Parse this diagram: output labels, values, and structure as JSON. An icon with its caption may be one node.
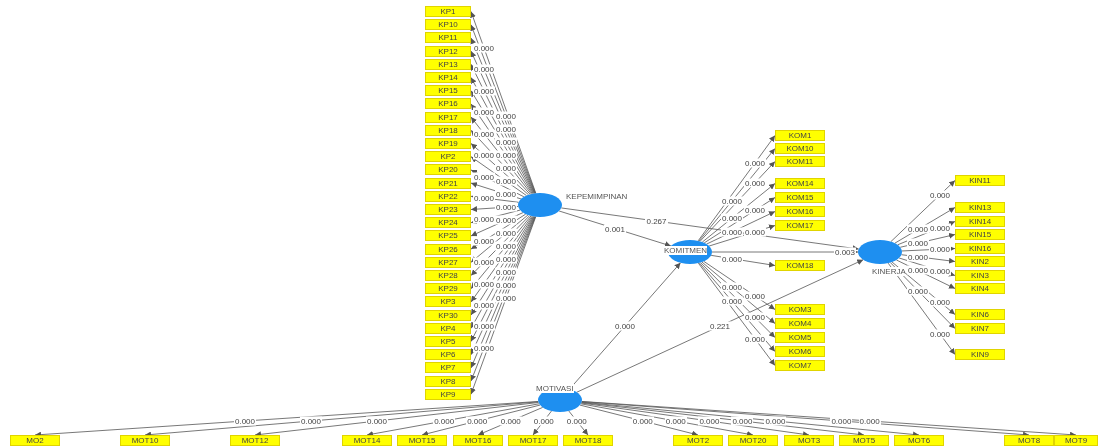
{
  "diagram": {
    "nodes": [
      {
        "text": [
          "KEPEMIMPINAN"
        ]
      },
      {
        "text": [
          "KOMITMEN"
        ]
      },
      {
        "text": [
          "KINERJA"
        ]
      },
      {
        "text": [
          "MOTIVASI"
        ]
      },
      {
        "text": [
          "KP1"
        ]
      },
      {
        "text": [
          "KP10"
        ]
      },
      {
        "text": [
          "KP11"
        ]
      },
      {
        "text": [
          "KP12"
        ]
      },
      {
        "text": [
          "KP13"
        ]
      },
      {
        "text": [
          "KP14"
        ]
      },
      {
        "text": [
          "KP15"
        ]
      },
      {
        "text": [
          "KP16"
        ]
      },
      {
        "text": [
          "KP17"
        ]
      },
      {
        "text": [
          "KP18"
        ]
      },
      {
        "text": [
          "KP19"
        ]
      },
      {
        "text": [
          "KP2"
        ]
      },
      {
        "text": [
          "KP20"
        ]
      },
      {
        "text": [
          "KP21"
        ]
      },
      {
        "text": [
          "KP22"
        ]
      },
      {
        "text": [
          "KP23"
        ]
      },
      {
        "text": [
          "KP24"
        ]
      },
      {
        "text": [
          "KP25"
        ]
      },
      {
        "text": [
          "KP26"
        ]
      },
      {
        "text": [
          "KP27"
        ]
      },
      {
        "text": [
          "KP28"
        ]
      },
      {
        "text": [
          "KP29"
        ]
      },
      {
        "text": [
          "KP3"
        ]
      },
      {
        "text": [
          "KP30"
        ]
      },
      {
        "text": [
          "KP4"
        ]
      },
      {
        "text": [
          "KP5"
        ]
      },
      {
        "text": [
          "KP6"
        ]
      },
      {
        "text": [
          "KP7"
        ]
      },
      {
        "text": [
          "KP8"
        ]
      },
      {
        "text": [
          "KP9"
        ]
      },
      {
        "text": [
          "KOM1"
        ]
      },
      {
        "text": [
          "KOM10"
        ]
      },
      {
        "text": [
          "KOM11"
        ]
      },
      {
        "text": [
          "KOM14"
        ]
      },
      {
        "text": [
          "KOM15"
        ]
      },
      {
        "text": [
          "KOM16"
        ]
      },
      {
        "text": [
          "KOM17"
        ]
      },
      {
        "text": [
          "KOM18"
        ]
      },
      {
        "text": [
          "KOM3"
        ]
      },
      {
        "text": [
          "KOM4"
        ]
      },
      {
        "text": [
          "KOM5"
        ]
      },
      {
        "text": [
          "KOM6"
        ]
      },
      {
        "text": [
          "KOM7"
        ]
      },
      {
        "text": [
          "KIN11"
        ]
      },
      {
        "text": [
          "KIN13"
        ]
      },
      {
        "text": [
          "KIN14"
        ]
      },
      {
        "text": [
          "KIN15"
        ]
      },
      {
        "text": [
          "KIN16"
        ]
      },
      {
        "text": [
          "KIN2"
        ]
      },
      {
        "text": [
          "KIN3"
        ]
      },
      {
        "text": [
          "KIN4"
        ]
      },
      {
        "text": [
          "KIN6"
        ]
      },
      {
        "text": [
          "KIN7"
        ]
      },
      {
        "text": [
          "KIN9"
        ]
      },
      {
        "text": [
          "MO2"
        ]
      },
      {
        "text": [
          "MOT10"
        ]
      },
      {
        "text": [
          "MOT12"
        ]
      },
      {
        "text": [
          "MOT14"
        ]
      },
      {
        "text": [
          "MOT15"
        ]
      },
      {
        "text": [
          "MOT16"
        ]
      },
      {
        "text": [
          "MOT17"
        ]
      },
      {
        "text": [
          "MOT18"
        ]
      },
      {
        "text": [
          "MOT2"
        ]
      },
      {
        "text": [
          "MOT20"
        ]
      },
      {
        "text": [
          "MOT3"
        ]
      },
      {
        "text": [
          "MOT5"
        ]
      },
      {
        "text": [
          "MOT6"
        ]
      },
      {
        "text": [
          "MOT8"
        ]
      },
      {
        "text": [
          "MOT9"
        ]
      }
    ],
    "edges": [
      {
        "from": 0,
        "to": 1,
        "arrow": "to",
        "label": "0.001"
      },
      {
        "from": 0,
        "to": 2,
        "arrow": "to",
        "label": "0.267"
      },
      {
        "from": 1,
        "to": 2,
        "arrow": "to",
        "label": "0.003"
      },
      {
        "from": 3,
        "to": 1,
        "arrow": "to",
        "label": "0.000"
      },
      {
        "from": 3,
        "to": 2,
        "arrow": "to",
        "label": "0.221"
      },
      {
        "from": 0,
        "to": 4,
        "arrow": "to",
        "label": "0.000"
      },
      {
        "from": 0,
        "to": 5,
        "arrow": "to",
        "label": "0.000"
      },
      {
        "from": 0,
        "to": 6,
        "arrow": "to",
        "label": "0.000"
      },
      {
        "from": 0,
        "to": 7,
        "arrow": "to",
        "label": "0.000"
      },
      {
        "from": 0,
        "to": 8,
        "arrow": "to",
        "label": "0.000"
      },
      {
        "from": 0,
        "to": 9,
        "arrow": "to",
        "label": "0.000"
      },
      {
        "from": 0,
        "to": 10,
        "arrow": "to",
        "label": "0.000"
      },
      {
        "from": 0,
        "to": 11,
        "arrow": "to",
        "label": "0.000"
      },
      {
        "from": 0,
        "to": 12,
        "arrow": "to",
        "label": "0.000"
      },
      {
        "from": 0,
        "to": 13,
        "arrow": "to",
        "label": "0.000"
      },
      {
        "from": 0,
        "to": 14,
        "arrow": "to",
        "label": "0.000"
      },
      {
        "from": 0,
        "to": 15,
        "arrow": "to",
        "label": "0.000"
      },
      {
        "from": 0,
        "to": 16,
        "arrow": "to",
        "label": "0.000"
      },
      {
        "from": 0,
        "to": 17,
        "arrow": "to",
        "label": "0.000"
      },
      {
        "from": 0,
        "to": 18,
        "arrow": "to",
        "label": "0.000"
      },
      {
        "from": 0,
        "to": 19,
        "arrow": "to",
        "label": "0.000"
      },
      {
        "from": 0,
        "to": 20,
        "arrow": "to",
        "label": "0.000"
      },
      {
        "from": 0,
        "to": 21,
        "arrow": "to",
        "label": "0.000"
      },
      {
        "from": 0,
        "to": 22,
        "arrow": "to",
        "label": "0.000"
      },
      {
        "from": 0,
        "to": 23,
        "arrow": "to",
        "label": "0.000"
      },
      {
        "from": 0,
        "to": 24,
        "arrow": "to",
        "label": "0.000"
      },
      {
        "from": 0,
        "to": 25,
        "arrow": "to",
        "label": "0.000"
      },
      {
        "from": 0,
        "to": 26,
        "arrow": "to",
        "label": "0.000"
      },
      {
        "from": 0,
        "to": 27,
        "arrow": "to",
        "label": "0.000"
      },
      {
        "from": 0,
        "to": 28,
        "arrow": "to",
        "label": "0.000"
      },
      {
        "from": 0,
        "to": 29,
        "arrow": "to",
        "label": "0.000"
      },
      {
        "from": 0,
        "to": 30,
        "arrow": "to",
        "label": "0.000"
      },
      {
        "from": 0,
        "to": 31,
        "arrow": "to",
        "label": "0.000"
      },
      {
        "from": 0,
        "to": 32,
        "arrow": "to",
        "label": "0.000"
      },
      {
        "from": 0,
        "to": 33,
        "arrow": "to",
        "label": "0.000"
      },
      {
        "from": 1,
        "to": 34,
        "arrow": "to",
        "label": "0.000"
      },
      {
        "from": 1,
        "to": 35,
        "arrow": "to",
        "label": "0.000"
      },
      {
        "from": 1,
        "to": 36,
        "arrow": "to",
        "label": "0.000"
      },
      {
        "from": 1,
        "to": 37,
        "arrow": "to",
        "label": "0.000"
      },
      {
        "from": 1,
        "to": 38,
        "arrow": "to",
        "label": "0.000"
      },
      {
        "from": 1,
        "to": 39,
        "arrow": "to",
        "label": "0.000"
      },
      {
        "from": 1,
        "to": 40,
        "arrow": "to",
        "label": "0.000"
      },
      {
        "from": 1,
        "to": 41,
        "arrow": "to",
        "label": "0.000"
      },
      {
        "from": 1,
        "to": 42,
        "arrow": "to",
        "label": "0.000"
      },
      {
        "from": 1,
        "to": 43,
        "arrow": "to",
        "label": "0.000"
      },
      {
        "from": 1,
        "to": 44,
        "arrow": "to",
        "label": "0.000"
      },
      {
        "from": 1,
        "to": 45,
        "arrow": "to",
        "label": "0.000"
      },
      {
        "from": 1,
        "to": 46,
        "arrow": "to",
        "label": "0.000"
      },
      {
        "from": 2,
        "to": 47,
        "arrow": "to",
        "label": "0.000"
      },
      {
        "from": 2,
        "to": 48,
        "arrow": "to",
        "label": "0.000"
      },
      {
        "from": 2,
        "to": 49,
        "arrow": "to",
        "label": "0.000"
      },
      {
        "from": 2,
        "to": 50,
        "arrow": "to",
        "label": "0.000"
      },
      {
        "from": 2,
        "to": 51,
        "arrow": "to",
        "label": "0.000"
      },
      {
        "from": 2,
        "to": 52,
        "arrow": "to",
        "label": "0.000"
      },
      {
        "from": 2,
        "to": 53,
        "arrow": "to",
        "label": "0.000"
      },
      {
        "from": 2,
        "to": 54,
        "arrow": "to",
        "label": "0.000"
      },
      {
        "from": 2,
        "to": 55,
        "arrow": "to",
        "label": "0.000"
      },
      {
        "from": 2,
        "to": 56,
        "arrow": "to",
        "label": "0.000"
      },
      {
        "from": 2,
        "to": 57,
        "arrow": "to",
        "label": "0.000"
      },
      {
        "from": 3,
        "to": 58,
        "arrow": "to",
        "label": "0.000"
      },
      {
        "from": 3,
        "to": 59,
        "arrow": "to",
        "label": "0.000"
      },
      {
        "from": 3,
        "to": 60,
        "arrow": "to",
        "label": "0.000"
      },
      {
        "from": 3,
        "to": 61,
        "arrow": "to",
        "label": "0.000"
      },
      {
        "from": 3,
        "to": 62,
        "arrow": "to",
        "label": "0.000"
      },
      {
        "from": 3,
        "to": 63,
        "arrow": "to",
        "label": "0.000"
      },
      {
        "from": 3,
        "to": 64,
        "arrow": "to",
        "label": "0.000"
      },
      {
        "from": 3,
        "to": 65,
        "arrow": "to",
        "label": "0.000"
      },
      {
        "from": 3,
        "to": 66,
        "arrow": "to",
        "label": "0.000"
      },
      {
        "from": 3,
        "to": 67,
        "arrow": "to",
        "label": "0.000"
      },
      {
        "from": 3,
        "to": 68,
        "arrow": "to",
        "label": "0.000"
      },
      {
        "from": 3,
        "to": 69,
        "arrow": "to",
        "label": "0.000"
      },
      {
        "from": 3,
        "to": 70,
        "arrow": "to",
        "label": "0.000"
      },
      {
        "from": 3,
        "to": 71,
        "arrow": "to",
        "label": "0.000"
      },
      {
        "from": 3,
        "to": 72,
        "arrow": "to",
        "label": "0.000"
      }
    ]
  }
}
